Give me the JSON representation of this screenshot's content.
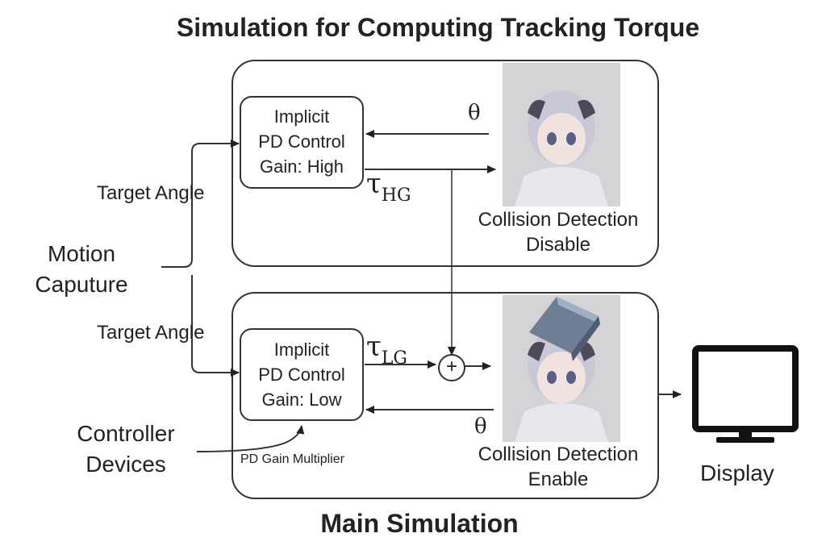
{
  "title": "Simulation for Computing Tracking Torque",
  "footer_title": "Main Simulation",
  "left": {
    "motion_capture_line1": "Motion",
    "motion_capture_line2": "Caputure",
    "controller_line1": "Controller",
    "controller_line2": "Devices",
    "target_angle_top": "Target Angle",
    "target_angle_bottom": "Target Angle",
    "pd_gain_multiplier": "PD Gain Multiplier"
  },
  "top_panel": {
    "pd_block": [
      "Implicit",
      "PD Control",
      "Gain: High"
    ],
    "theta": "θ",
    "tau_symbol": "τ",
    "tau_sub": "HG",
    "collision_line1": "Collision Detection",
    "collision_line2": "Disable"
  },
  "bottom_panel": {
    "pd_block": [
      "Implicit",
      "PD Control",
      "Gain: Low"
    ],
    "theta": "θ",
    "tau_symbol": "τ",
    "tau_sub": "LG",
    "sum_symbol": "+",
    "collision_line1": "Collision Detection",
    "collision_line2": "Enable"
  },
  "display_label": "Display",
  "icons": [
    "character-image",
    "cube-object",
    "monitor-icon",
    "sum-junction"
  ]
}
